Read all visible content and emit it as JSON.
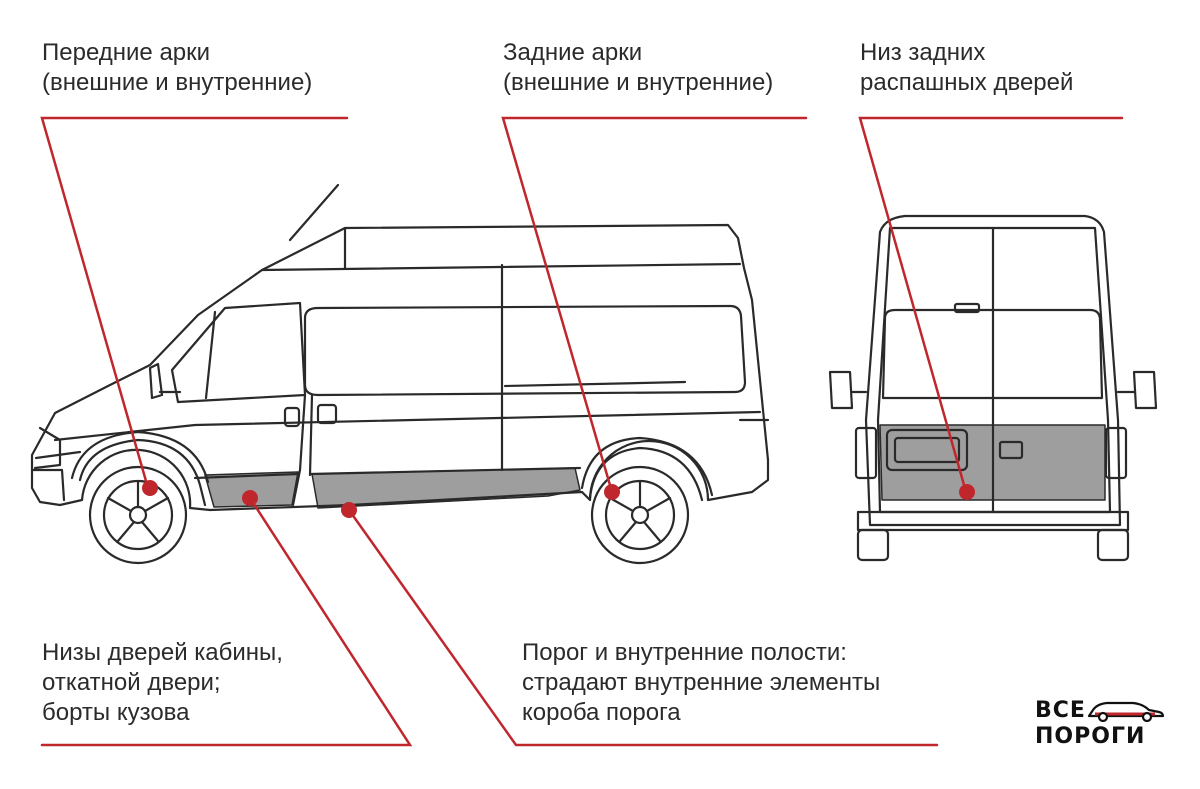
{
  "colors": {
    "accent": "#c0272d",
    "highlight": "#9e9e9e",
    "outline": "#2a2a2a",
    "text": "#2b2b2b"
  },
  "callouts": {
    "front_arches": [
      "Передние арки",
      "(внешние и внутренние)"
    ],
    "rear_arches": [
      "Задние арки",
      "(внешние и внутренние)"
    ],
    "rear_doors": [
      "Низ задних",
      "распашных дверей"
    ],
    "door_bottoms": [
      "Низы дверей кабины,",
      "откатной двери;",
      "борты кузова"
    ],
    "sill": [
      "Порог и внутренние полости:",
      "страдают внутренние элементы",
      "короба порога"
    ]
  },
  "logo": {
    "line1": "ВСЕ",
    "line2": "ПОРОГИ",
    "icon": "car-icon"
  },
  "illustrations": {
    "side_view": "van-side-view",
    "rear_view": "van-rear-view"
  }
}
